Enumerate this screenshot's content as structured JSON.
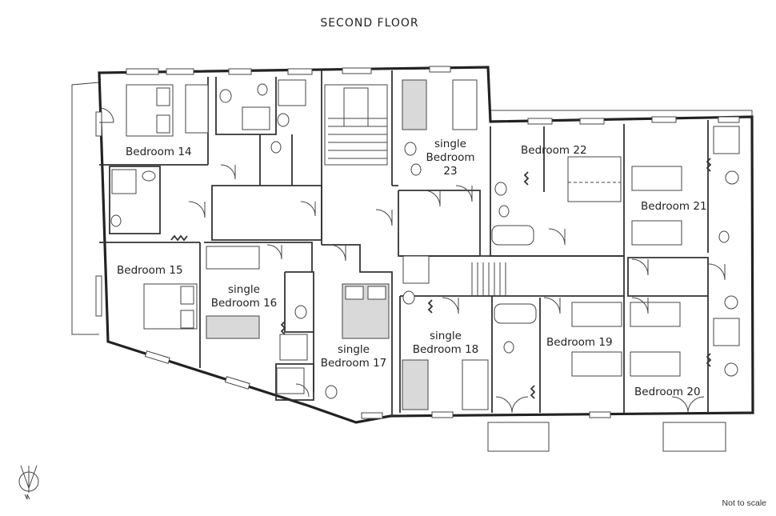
{
  "title": "SECOND FLOOR",
  "note": "Not to scale",
  "rooms": {
    "bedroom14": "Bedroom 14",
    "bedroom15": "Bedroom 15",
    "bedroom16_line1": "single",
    "bedroom16_line2": "Bedroom 16",
    "bedroom17_line1": "single",
    "bedroom17_line2": "Bedroom 17",
    "bedroom18_line1": "single",
    "bedroom18_line2": "Bedroom 18",
    "bedroom19": "Bedroom 19",
    "bedroom20": "Bedroom 20",
    "bedroom21": "Bedroom 21",
    "bedroom22": "Bedroom 22",
    "bedroom23_line1": "single",
    "bedroom23_line2": "Bedroom",
    "bedroom23_line3": "23"
  },
  "icons": {
    "north": "north-arrow-icon"
  }
}
